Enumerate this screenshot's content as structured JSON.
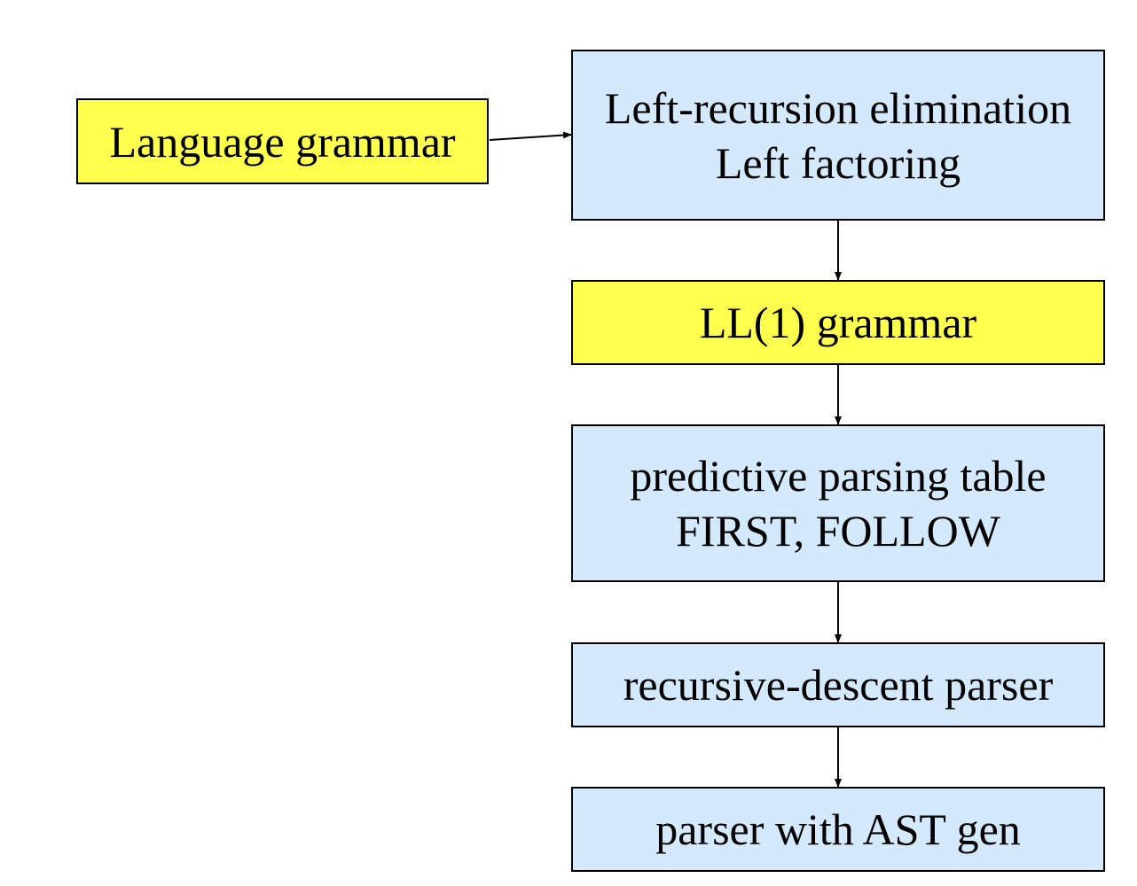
{
  "colors": {
    "grammar_box": "#ffff4d",
    "process_box": "#d4eafc",
    "border": "#000000",
    "text": "#000000"
  },
  "nodes": {
    "language_grammar": {
      "text": "Language grammar"
    },
    "left_recursion": {
      "line1": "Left-recursion elimination",
      "line2": "Left factoring"
    },
    "ll1_grammar": {
      "text": "LL(1) grammar"
    },
    "predictive_table": {
      "line1": "predictive parsing table",
      "line2": "FIRST, FOLLOW"
    },
    "recursive_descent": {
      "text": "recursive-descent parser"
    },
    "parser_ast": {
      "text": "parser with AST gen"
    }
  },
  "edges": [
    {
      "from": "language_grammar",
      "to": "left_recursion"
    },
    {
      "from": "left_recursion",
      "to": "ll1_grammar"
    },
    {
      "from": "ll1_grammar",
      "to": "predictive_table"
    },
    {
      "from": "predictive_table",
      "to": "recursive_descent"
    },
    {
      "from": "recursive_descent",
      "to": "parser_ast"
    }
  ]
}
